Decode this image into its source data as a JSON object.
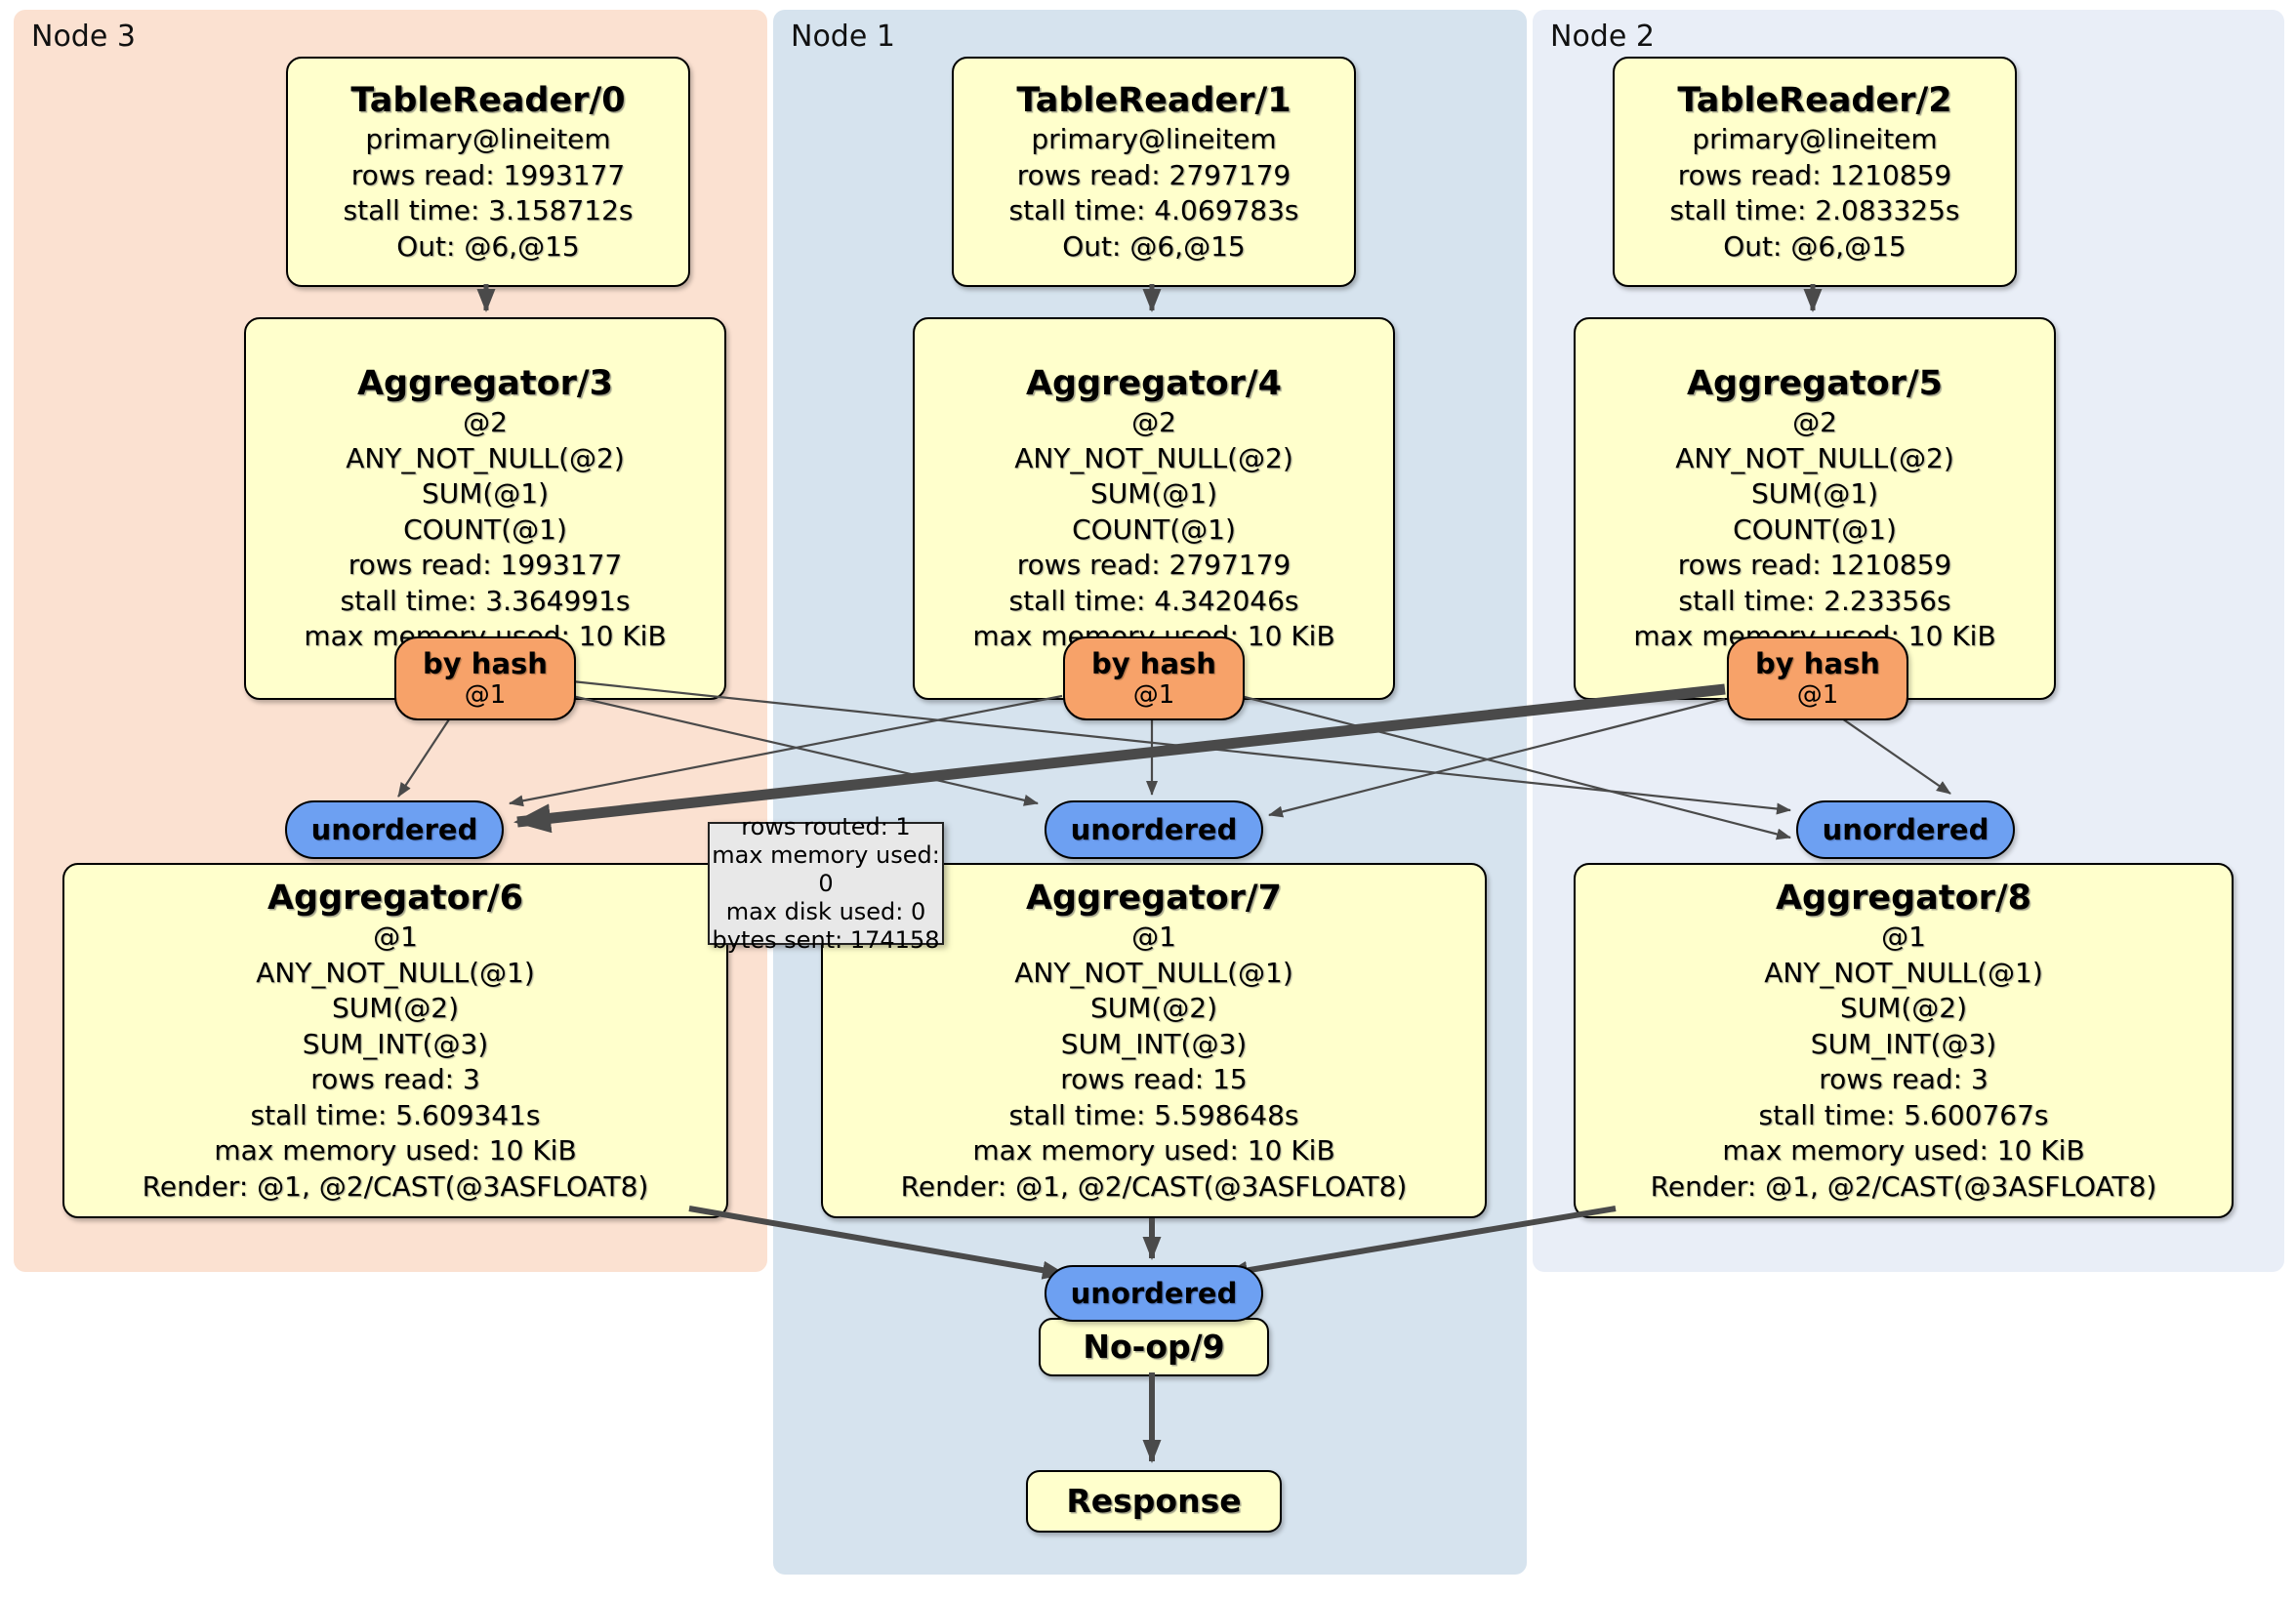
{
  "panels": [
    {
      "label": "Node 3"
    },
    {
      "label": "Node 1"
    },
    {
      "label": "Node 2"
    }
  ],
  "boxes": {
    "tr0": {
      "title": "TableReader/0",
      "lines": [
        "primary@lineitem",
        "rows read: 1993177",
        "stall time: 3.158712s",
        "Out: @6,@15"
      ]
    },
    "tr1": {
      "title": "TableReader/1",
      "lines": [
        "primary@lineitem",
        "rows read: 2797179",
        "stall time: 4.069783s",
        "Out: @6,@15"
      ]
    },
    "tr2": {
      "title": "TableReader/2",
      "lines": [
        "primary@lineitem",
        "rows read: 1210859",
        "stall time: 2.083325s",
        "Out: @6,@15"
      ]
    },
    "agg3": {
      "title": "Aggregator/3",
      "lines": [
        "@2",
        "ANY_NOT_NULL(@2)",
        "SUM(@1)",
        "COUNT(@1)",
        "rows read: 1993177",
        "stall time: 3.364991s",
        "max memory used: 10 KiB"
      ]
    },
    "agg4": {
      "title": "Aggregator/4",
      "lines": [
        "@2",
        "ANY_NOT_NULL(@2)",
        "SUM(@1)",
        "COUNT(@1)",
        "rows read: 2797179",
        "stall time: 4.342046s",
        "max memory used: 10 KiB"
      ]
    },
    "agg5": {
      "title": "Aggregator/5",
      "lines": [
        "@2",
        "ANY_NOT_NULL(@2)",
        "SUM(@1)",
        "COUNT(@1)",
        "rows read: 1210859",
        "stall time: 2.23356s",
        "max memory used: 10 KiB"
      ]
    },
    "agg6": {
      "title": "Aggregator/6",
      "lines": [
        "@1",
        "ANY_NOT_NULL(@1)",
        "SUM(@2)",
        "SUM_INT(@3)",
        "rows read: 3",
        "stall time: 5.609341s",
        "max memory used: 10 KiB",
        "Render: @1, @2/CAST(@3ASFLOAT8)"
      ]
    },
    "agg7": {
      "title": "Aggregator/7",
      "lines": [
        "@1",
        "ANY_NOT_NULL(@1)",
        "SUM(@2)",
        "SUM_INT(@3)",
        "rows read: 15",
        "stall time: 5.598648s",
        "max memory used: 10 KiB",
        "Render: @1, @2/CAST(@3ASFLOAT8)"
      ]
    },
    "agg8": {
      "title": "Aggregator/8",
      "lines": [
        "@1",
        "ANY_NOT_NULL(@1)",
        "SUM(@2)",
        "SUM_INT(@3)",
        "rows read: 3",
        "stall time: 5.600767s",
        "max memory used: 10 KiB",
        "Render: @1, @2/CAST(@3ASFLOAT8)"
      ]
    },
    "noop": {
      "title": "No-op/9"
    },
    "response": {
      "title": "Response"
    }
  },
  "router": {
    "label": "by hash",
    "sub": "@1"
  },
  "stream": {
    "label": "unordered"
  },
  "tooltip": {
    "lines": [
      "rows routed: 1",
      "max memory used: 0",
      "max disk used: 0",
      "bytes sent: 174158"
    ]
  },
  "colors": {
    "node3_bg": "#fbe1d1",
    "node1_bg": "#d6e3ee",
    "node2_bg": "#e9eef7",
    "box_bg": "#ffffcc",
    "router_bg": "#f7a269",
    "stream_bg": "#6da0f2",
    "tooltip_bg": "#e8e8e8",
    "edge": "#4a4a4a"
  }
}
